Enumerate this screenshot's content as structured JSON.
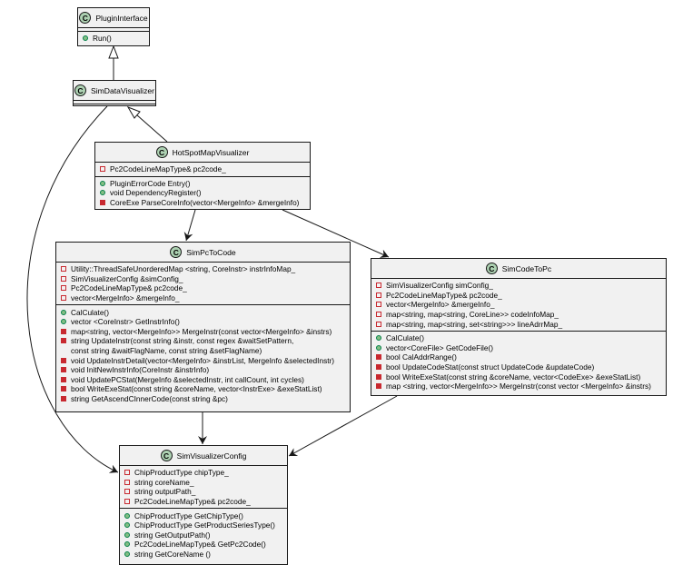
{
  "classes": {
    "plugin_interface": {
      "name": "PluginInterface",
      "icon": "C",
      "methods": [
        {
          "vis": "pub",
          "text": "Run()"
        }
      ]
    },
    "sim_data_visualizer": {
      "name": "SimDataVisualizer",
      "icon": "C"
    },
    "hotspot_map_visualizer": {
      "name": "HotSpotMapVisualizer",
      "icon": "C",
      "fields": [
        {
          "vis": "priv",
          "text": "Pc2CodeLineMapType& pc2code_"
        }
      ],
      "methods": [
        {
          "vis": "pub",
          "text": "PluginErrorCode Entry()"
        },
        {
          "vis": "pub",
          "text": "void DependencyRegister()"
        },
        {
          "vis": "privm",
          "text": "CoreExe ParseCoreInfo(vector<MergeInfo> &mergeInfo)"
        }
      ]
    },
    "sim_pc_to_code": {
      "name": "SimPcToCode",
      "icon": "C",
      "fields": [
        {
          "vis": "priv",
          "text": "Utility::ThreadSafeUnorderedMap <string, CoreInstr> instrInfoMap_"
        },
        {
          "vis": "priv",
          "text": "SimVisualizerConfig &simConfig_"
        },
        {
          "vis": "priv",
          "text": "Pc2CodeLineMapType& pc2code_"
        },
        {
          "vis": "priv",
          "text": "vector<MergeInfo> &mergeInfo_"
        }
      ],
      "methods": [
        {
          "vis": "pub",
          "text": "CalCulate()"
        },
        {
          "vis": "pub",
          "text": "vector <CoreInstr> GetInstrInfo()"
        },
        {
          "vis": "privm",
          "text": "map<string, vector<MergeInfo>> MergeInstr(const vector<MergeInfo> &instrs)"
        },
        {
          "vis": "privm",
          "text": "string UpdateInstr(const string &instr, const regex &waitSetPattern,"
        },
        {
          "vis": "none",
          "text": "const string &waitFlagName, const string &setFlagName)"
        },
        {
          "vis": "privm",
          "text": "void UpdateInstrDetail(vector<MergeInfo> &instrList, MergeInfo &selectedInstr)"
        },
        {
          "vis": "privm",
          "text": "void InitNewInstrInfo(CoreInstr &instrInfo)"
        },
        {
          "vis": "privm",
          "text": "void UpdatePCStat(MergeInfo &selectedInstr, int callCount, int cycles)"
        },
        {
          "vis": "privm",
          "text": "bool WriteExeStat(const string &coreName, vector<InstrExe> &exeStatList)"
        },
        {
          "vis": "privm",
          "text": "string GetAscendCInnerCode(const string &pc)"
        }
      ]
    },
    "sim_code_to_pc": {
      "name": "SimCodeToPc",
      "icon": "C",
      "fields": [
        {
          "vis": "priv",
          "text": "SimVisualizerConfig simConfig_"
        },
        {
          "vis": "priv",
          "text": "Pc2CodeLineMapType& pc2code_"
        },
        {
          "vis": "priv",
          "text": "vector<MergeInfo> &mergeInfo_"
        },
        {
          "vis": "priv",
          "text": "map<string, map<string, CoreLine>> codeInfoMap_"
        },
        {
          "vis": "priv",
          "text": "map<string, map<string, set<string>>> lineAdrrMap_"
        }
      ],
      "methods": [
        {
          "vis": "pub",
          "text": "CalCulate()"
        },
        {
          "vis": "pub",
          "text": "vector<CoreFile> GetCodeFile()"
        },
        {
          "vis": "privm",
          "text": "bool CalAddrRange()"
        },
        {
          "vis": "privm",
          "text": "bool UpdateCodeStat(const struct UpdateCode &updateCode)"
        },
        {
          "vis": "privm",
          "text": "bool WriteExeStat(const string &coreName, vector<CodeExe> &exeStatList)"
        },
        {
          "vis": "privm",
          "text": "map <string, vector<MergeInfo>> MergeInstr(const vector <MergeInfo> &instrs)"
        }
      ]
    },
    "sim_visualizer_config": {
      "name": "SimVisualizerConfig",
      "icon": "C",
      "fields": [
        {
          "vis": "priv",
          "text": "ChipProductType chipType_"
        },
        {
          "vis": "priv",
          "text": "string coreName_"
        },
        {
          "vis": "priv",
          "text": "string outputPath_"
        },
        {
          "vis": "priv",
          "text": "Pc2CodeLineMapType& pc2code_"
        }
      ],
      "methods": [
        {
          "vis": "pub",
          "text": "ChipProductType GetChipType()"
        },
        {
          "vis": "pub",
          "text": "ChipProductType GetProductSeriesType()"
        },
        {
          "vis": "pub",
          "text": "string GetOutputPath()"
        },
        {
          "vis": "pub",
          "text": "Pc2CodeLineMapType& GetPc2Code()"
        },
        {
          "vis": "pub",
          "text": "string GetCoreName ()"
        }
      ]
    }
  },
  "edges": [
    {
      "from": "sim_data_visualizer",
      "to": "plugin_interface",
      "kind": "inheritance"
    },
    {
      "from": "hotspot_map_visualizer",
      "to": "sim_data_visualizer",
      "kind": "inheritance"
    },
    {
      "from": "sim_data_visualizer",
      "to": "sim_visualizer_config",
      "kind": "association"
    },
    {
      "from": "hotspot_map_visualizer",
      "to": "sim_pc_to_code",
      "kind": "association"
    },
    {
      "from": "hotspot_map_visualizer",
      "to": "sim_code_to_pc",
      "kind": "association"
    },
    {
      "from": "sim_pc_to_code",
      "to": "sim_visualizer_config",
      "kind": "association"
    },
    {
      "from": "sim_code_to_pc",
      "to": "sim_visualizer_config",
      "kind": "association"
    }
  ],
  "colors": {
    "class_fill": "#f1f1f1",
    "class_border": "#181818",
    "circle_fill": "#add1b2",
    "public_marker": "#84be84",
    "private_marker": "#c82930",
    "edge": "#181818"
  }
}
